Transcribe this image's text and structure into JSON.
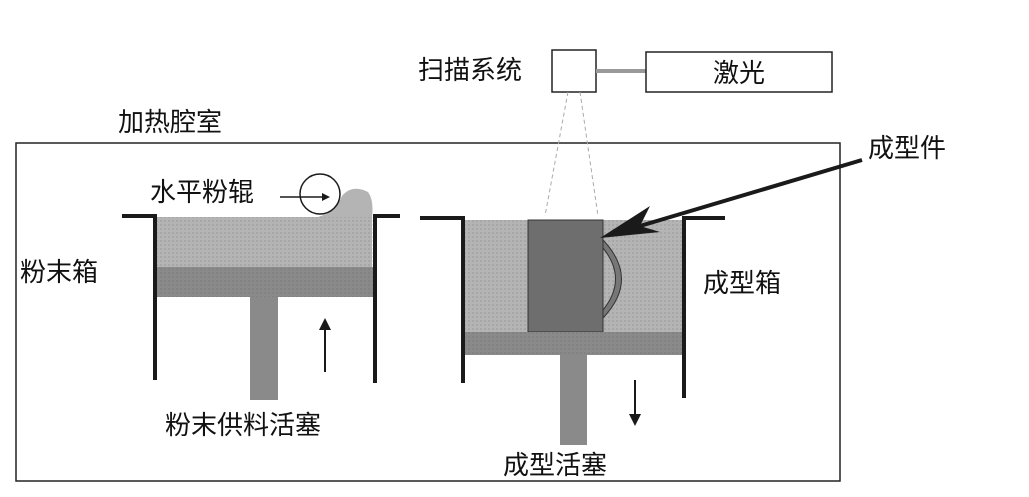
{
  "labels": {
    "scan_system": "扫描系统",
    "laser": "激光",
    "heating_chamber": "加热腔室",
    "formed_part": "成型件",
    "roller": "水平粉辊",
    "powder_box": "粉末箱",
    "forming_box": "成型箱",
    "powder_piston": "粉末供料活塞",
    "forming_piston": "成型活塞"
  },
  "colors": {
    "powder_light": "#b4b4b4",
    "powder_dark": "#8a8a8a",
    "part": "#6e6e6e",
    "line": "#1a1a1a"
  }
}
